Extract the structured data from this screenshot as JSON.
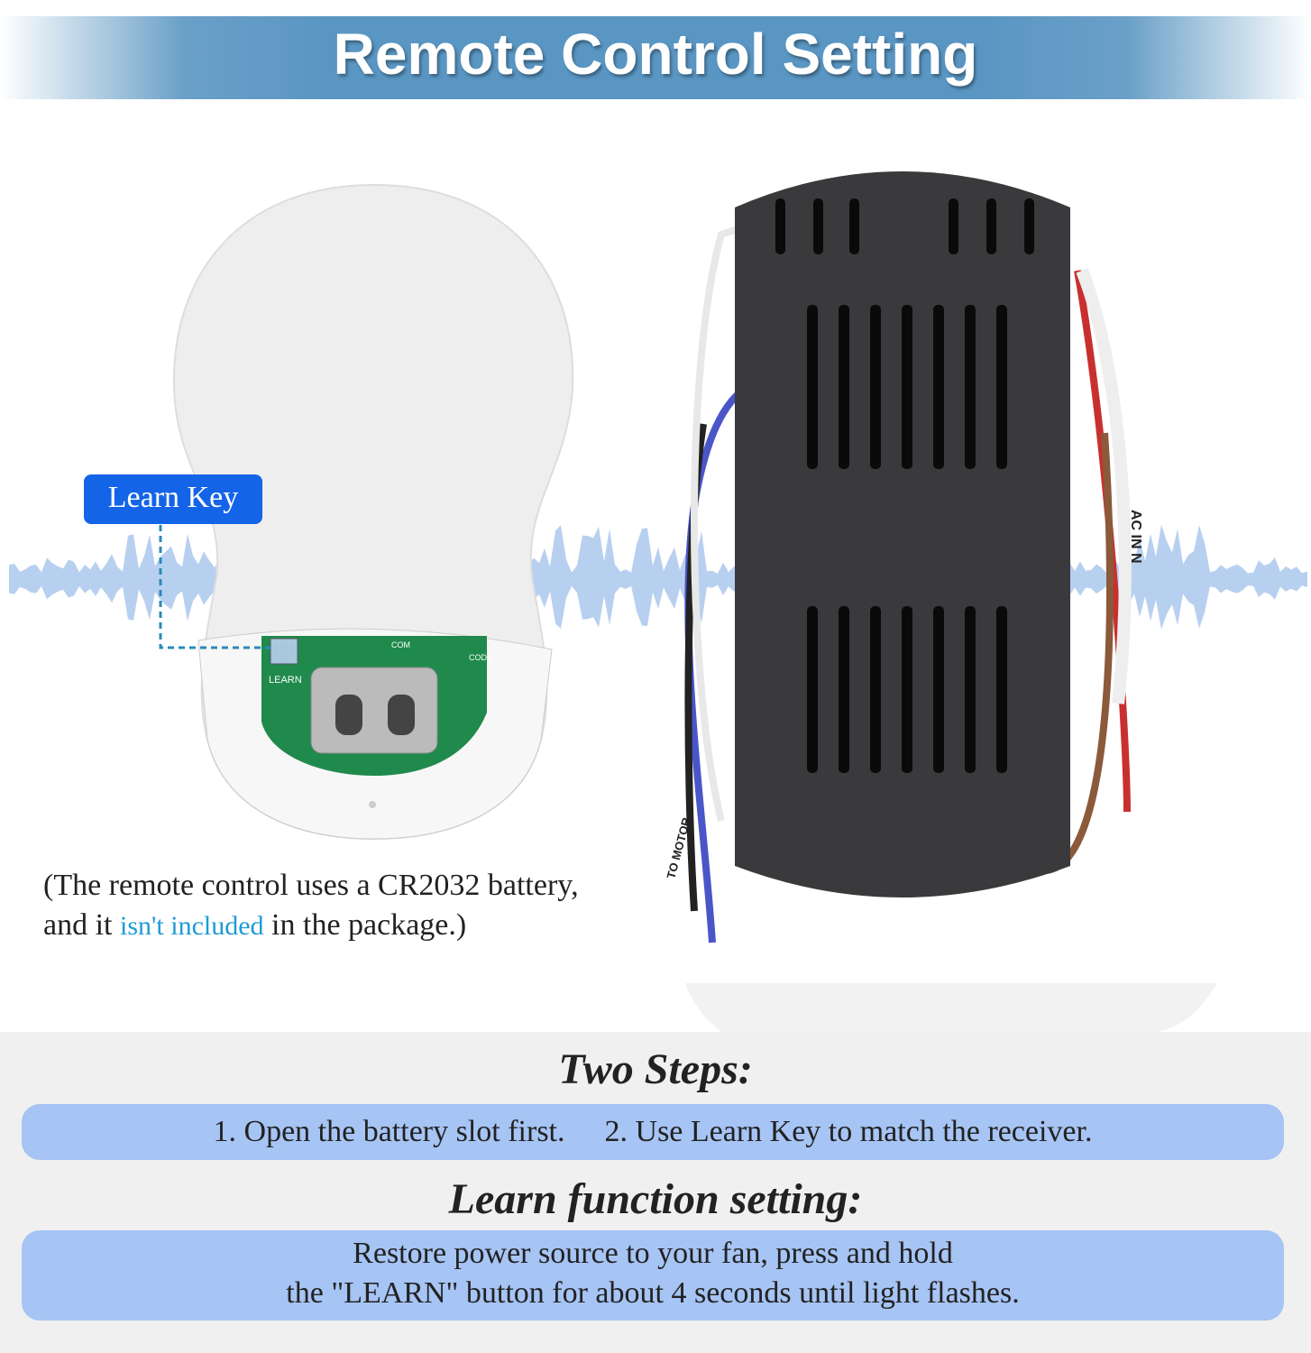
{
  "header": {
    "title": "Remote Control Setting"
  },
  "remote": {
    "callout_label": "Learn Key",
    "pcb_labels": {
      "learn": "LEARN",
      "com": "COM",
      "code": "CODE"
    },
    "battery_note": {
      "line1": "(The remote control uses a CR2032 battery,",
      "line2_before": "and it",
      "line2_highlight": "isn't included",
      "line2_after": "in the package.)"
    }
  },
  "receiver": {
    "wire_labels": {
      "motor": "TO MOTOR",
      "ac": "AC IN N"
    }
  },
  "steps": {
    "heading": "Two Steps:",
    "step1": "1. Open the battery slot first.",
    "step2": "2. Use Learn Key to match the receiver."
  },
  "learn_function": {
    "heading": "Learn function setting:",
    "line1": "Restore power source to your fan, press and hold",
    "line2": "the \"LEARN\" button for about 4 seconds until light flashes."
  },
  "colors": {
    "banner": "#5a96c3",
    "callout": "#1464e8",
    "highlight": "#1e9bd4",
    "pill": "#a6c4f4"
  }
}
